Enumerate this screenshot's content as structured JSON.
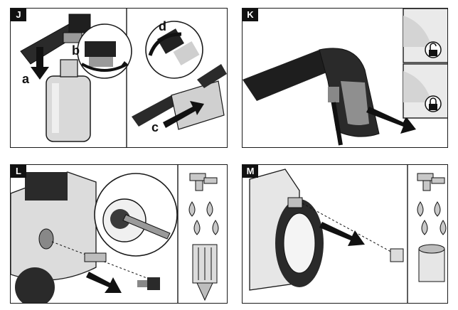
{
  "panels": {
    "J": {
      "tag": "J",
      "callouts": {
        "a": "a",
        "b": "b",
        "c": "c",
        "d": "d"
      }
    },
    "K": {
      "tag": "K"
    },
    "L": {
      "tag": "L"
    },
    "M": {
      "tag": "M"
    }
  },
  "icons": [
    "tap-icon",
    "water-drops-icon",
    "filter-insert-icon",
    "unlocked-padlock-icon",
    "locked-padlock-icon",
    "magnifier-icon"
  ],
  "colors": {
    "line": "#1a1a1a",
    "grey": "#c8c8c8",
    "dark": "#2a2a2a",
    "light": "#e6e6e6"
  }
}
